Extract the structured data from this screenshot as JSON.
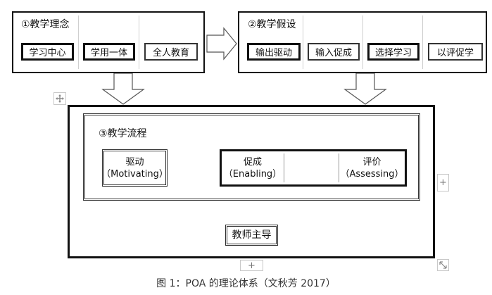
{
  "section1": {
    "title": "①教学理念",
    "items": [
      "学习中心",
      "学用一体",
      "全人教育"
    ]
  },
  "section2": {
    "title": "②教学假设",
    "items": [
      "输出驱动",
      "输入促成",
      "选择学习",
      "以评促学"
    ]
  },
  "section3": {
    "title": "③教学流程",
    "steps": [
      {
        "zh": "驱动",
        "en": "（Motivating）"
      },
      {
        "zh": "促成",
        "en": "（Enabling）"
      },
      {
        "zh": "评价",
        "en": "（Assessing）"
      }
    ],
    "teacher": "教师主导"
  },
  "caption": "图 1：POA 的理论体系（文秋芳  2017）",
  "icons": {
    "move": "move-icon",
    "add": "plus-icon",
    "resize": "resize-icon"
  }
}
